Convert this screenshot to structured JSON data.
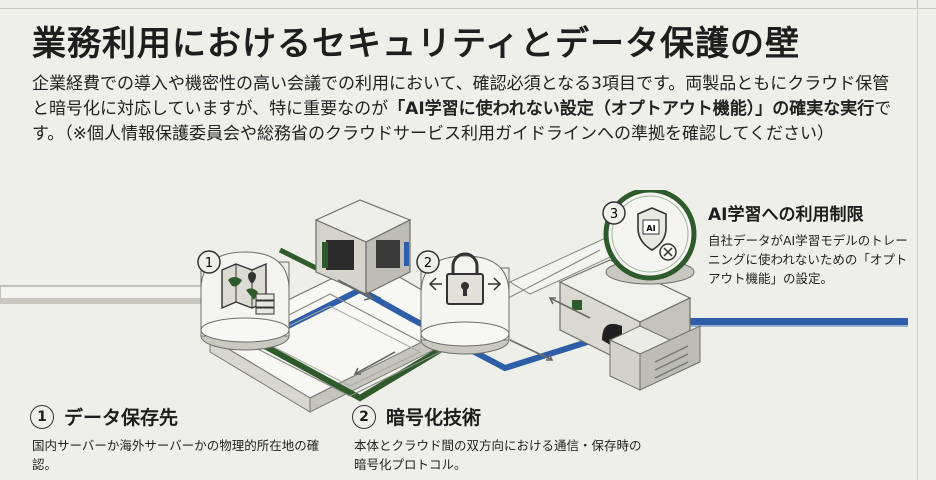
{
  "header": {
    "title": "業務利用におけるセキュリティとデータ保護の壁",
    "lead_part1": "企業経費での導入や機密性の高い会議での利用において、確認必須となる3項目です。両製品ともにクラウド保管と暗号化に対応していますが、特に重要なのが",
    "lead_strong": "「AI学習に使われない設定（オプトアウト機能）」の確実な実行",
    "lead_part2": "です。（※個人情報保護委員会や総務省のクラウドサービス利用ガイドラインへの準拠を確認してください）"
  },
  "diagram": {
    "nodes": [
      {
        "number": "1",
        "icon": "map-server-icon"
      },
      {
        "number": "2",
        "icon": "lock-icon"
      },
      {
        "number": "3",
        "icon": "ai-shield-icon"
      }
    ],
    "colors": {
      "blue_path": "#2f5ea8",
      "green_path": "#2f5a2c",
      "gray_path": "#9a9a94"
    }
  },
  "callouts": [
    {
      "number": "1",
      "title": "データ保存先",
      "body": "国内サーバーか海外サーバーかの物理的所在地の確認。"
    },
    {
      "number": "2",
      "title": "暗号化技術",
      "body": "本体とクラウド間の双方向における通信・保存時の暗号化プロトコル。"
    },
    {
      "number": "3",
      "title": "AI学習への利用制限",
      "body": "自社データがAI学習モデルのトレーニングに使われないための「オプトアウト機能」の設定。"
    }
  ]
}
